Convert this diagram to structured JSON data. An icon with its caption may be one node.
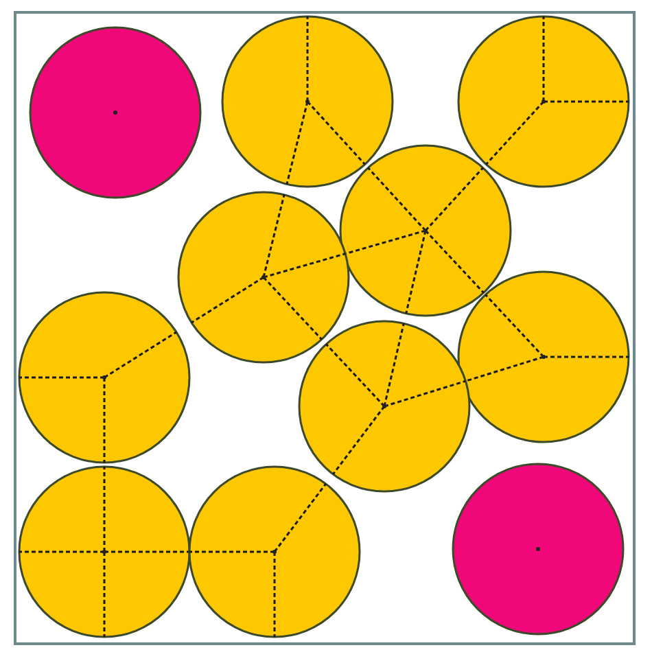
{
  "diagram": {
    "nodes": [
      {
        "text": [],
        "shape": "box"
      },
      {
        "text": [],
        "shape": "circle",
        "in": 0
      },
      {
        "text": [],
        "shape": "circle",
        "in": 0
      },
      {
        "text": [],
        "shape": "circle",
        "in": 0
      },
      {
        "text": [],
        "shape": "circle",
        "in": 0
      },
      {
        "text": [],
        "shape": "circle",
        "in": 0
      },
      {
        "text": [],
        "shape": "circle",
        "in": 0
      },
      {
        "text": [],
        "shape": "circle",
        "in": 0
      },
      {
        "text": [],
        "shape": "circle",
        "in": 0
      },
      {
        "text": [],
        "shape": "circle",
        "in": 0
      },
      {
        "text": [],
        "shape": "circle",
        "in": 0
      },
      {
        "text": [],
        "shape": "circle",
        "in": 0
      }
    ]
  }
}
